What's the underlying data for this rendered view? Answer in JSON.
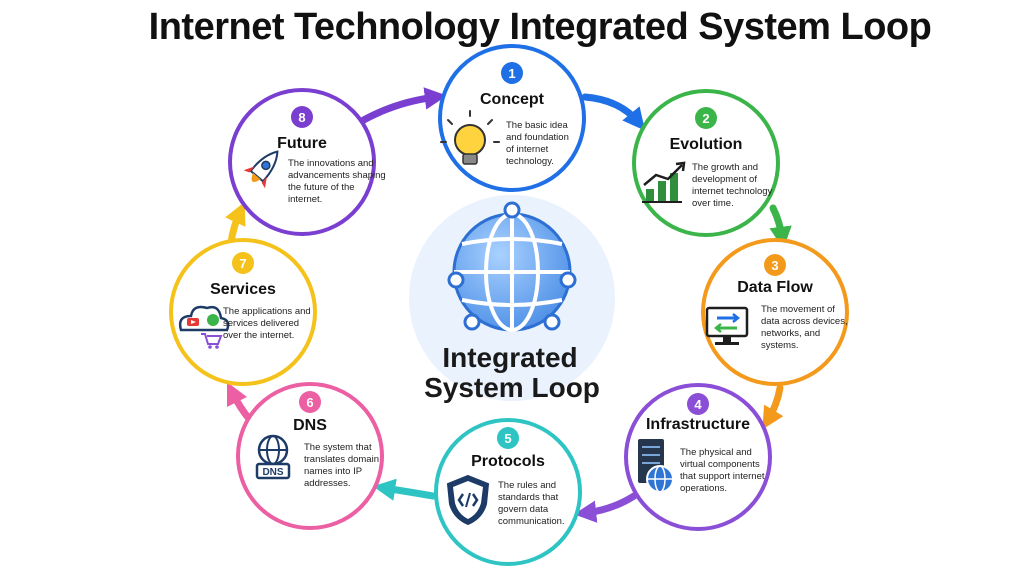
{
  "title": "Internet Technology Integrated System Loop",
  "center": {
    "line1": "Integrated",
    "line2": "System Loop",
    "icon": "globe-network-icon"
  },
  "nodes": [
    {
      "id": "concept",
      "number": "1",
      "title": "Concept",
      "color": "#1f6fe6",
      "icon": "lightbulb-icon",
      "desc": [
        "The basic idea",
        "and foundation",
        "of internet",
        "technology."
      ]
    },
    {
      "id": "evolution",
      "number": "2",
      "title": "Evolution",
      "color": "#3bb54a",
      "icon": "growth-chart-icon",
      "desc": [
        "The growth and",
        "development of",
        "internet technology",
        "over time."
      ]
    },
    {
      "id": "data-flow",
      "number": "3",
      "title": "Data Flow",
      "color": "#f39a1c",
      "icon": "monitor-transfer-icon",
      "desc": [
        "The movement of",
        "data across devices,",
        "networks, and",
        "systems."
      ]
    },
    {
      "id": "infrastructure",
      "number": "4",
      "title": "Infrastructure",
      "color": "#8a4fd6",
      "icon": "server-globe-icon",
      "desc": [
        "The physical and",
        "virtual components",
        "that support internet",
        "operations."
      ]
    },
    {
      "id": "protocols",
      "number": "5",
      "title": "Protocols",
      "color": "#2ec4c4",
      "icon": "code-shield-icon",
      "desc": [
        "The rules and",
        "standards that",
        "govern data",
        "communication."
      ]
    },
    {
      "id": "dns",
      "number": "6",
      "title": "DNS",
      "color": "#ec5fa3",
      "icon": "dns-globe-icon",
      "desc": [
        "The system that",
        "translates domain",
        "names into IP",
        "addresses."
      ]
    },
    {
      "id": "services",
      "number": "7",
      "title": "Services",
      "color": "#f5c21b",
      "icon": "cloud-services-icon",
      "desc": [
        "The applications and",
        "services delivered",
        "over the internet."
      ]
    },
    {
      "id": "future",
      "number": "8",
      "title": "Future",
      "color": "#7a3fd1",
      "icon": "rocket-icon",
      "desc": [
        "The innovations and",
        "advancements shaping",
        "the future of the",
        "internet."
      ]
    }
  ]
}
